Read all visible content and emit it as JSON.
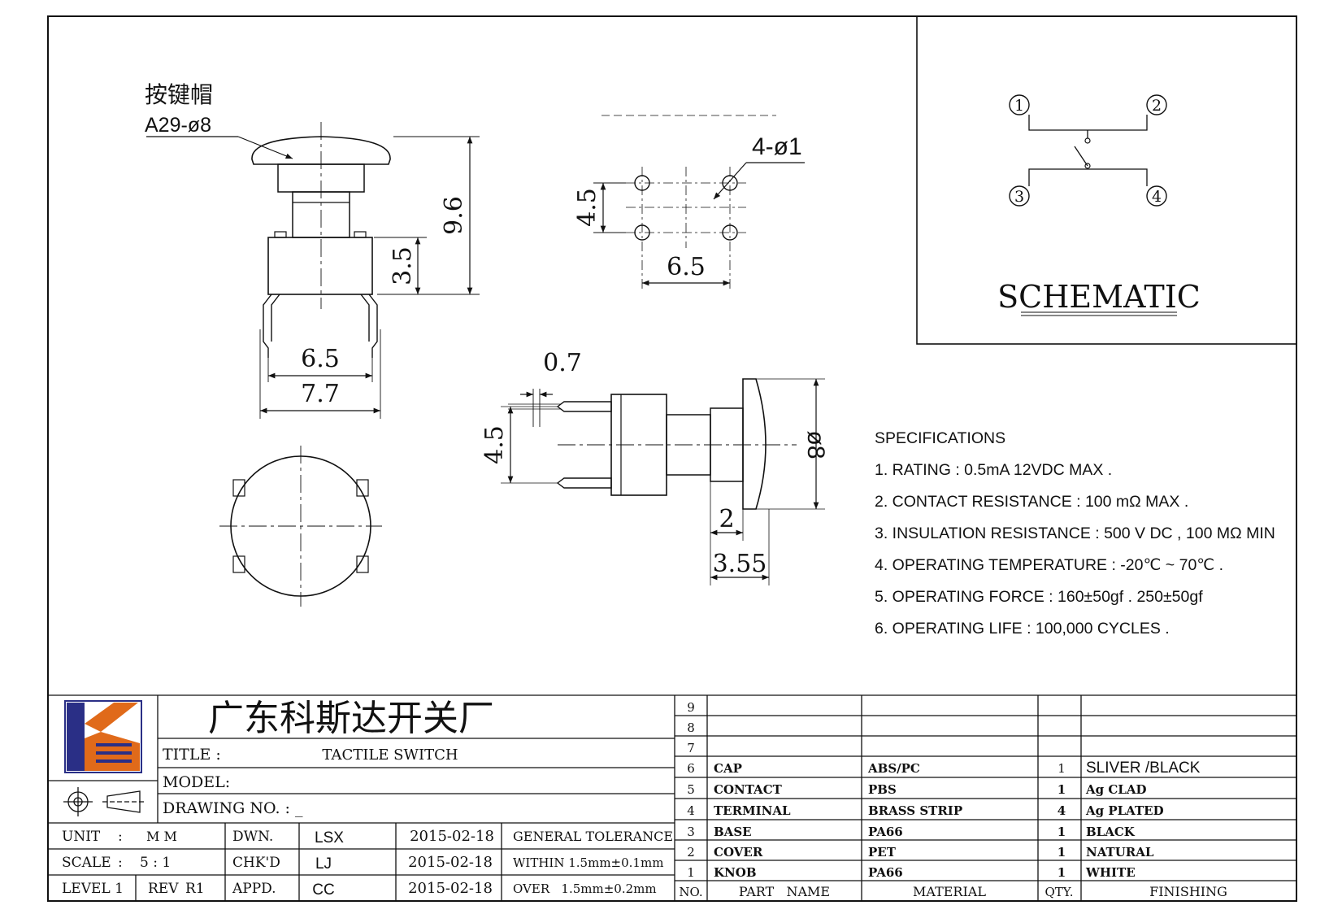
{
  "views": {
    "cap_callout_cn": "按键帽",
    "cap_callout_code": "A29-ø8",
    "front_dims": {
      "height_total": "9.6",
      "body_height": "3.5",
      "pin_span": "6.5",
      "body_width": "7.7"
    },
    "pcb_dims": {
      "hole_label": "4-ø1",
      "vertical": "4.5",
      "horizontal": "6.5"
    },
    "side_dims": {
      "pin_width": "0.7",
      "pin_pitch": "4.5",
      "cap_dia": "ø8",
      "cap_offset": "2",
      "cap_depth": "3.55"
    }
  },
  "schematic": {
    "title": "SCHEMATIC",
    "pins": [
      "1",
      "2",
      "3",
      "4"
    ]
  },
  "specifications": {
    "heading": "SPECIFICATIONS",
    "items": [
      "1. RATING : 0.5mA 12VDC MAX .",
      "2. CONTACT RESISTANCE : 100 mΩ MAX .",
      "3. INSULATION RESISTANCE : 500 V DC , 100 MΩ MIN",
      "4. OPERATING TEMPERATURE : -20℃ ~ 70℃ .",
      "5. OPERATING FORCE : 160±50gf . 250±50gf",
      "6. OPERATING LIFE : 100,000 CYCLES ."
    ]
  },
  "title_block": {
    "company": "广东科斯达开关厂",
    "title_label": "TITLE :",
    "title_value": "TACTILE SWITCH",
    "model_label": "MODEL:",
    "drawing_no_label": "DRAWING NO. : _",
    "unit_label": "UNIT",
    "unit_sep": ":",
    "unit_value": "M M",
    "scale_label": "SCALE",
    "scale_sep": ":",
    "scale_value": "5 : 1",
    "level_label": "LEVEL 1",
    "rev_label": "REV",
    "rev_value": "R1",
    "rows": [
      {
        "role": "DWN.",
        "name": "LSX",
        "date": "2015-02-18",
        "tol": "GENERAL TOLERANCE"
      },
      {
        "role": "CHK'D",
        "name": "LJ",
        "date": "2015-02-18",
        "tol": "WITHIN 1.5mm±0.1mm"
      },
      {
        "role": "APPD.",
        "name": "CC",
        "date": "2015-02-18",
        "tol": "OVER   1.5mm±0.2mm"
      }
    ]
  },
  "bom": {
    "headers": {
      "no": "NO.",
      "part": "PART   NAME",
      "material": "MATERIAL",
      "qty": "QTY.",
      "finishing": "FINISHING"
    },
    "rows": [
      {
        "no": "9",
        "part": "",
        "material": "",
        "qty": "",
        "finishing": ""
      },
      {
        "no": "8",
        "part": "",
        "material": "",
        "qty": "",
        "finishing": ""
      },
      {
        "no": "7",
        "part": "",
        "material": "",
        "qty": "",
        "finishing": ""
      },
      {
        "no": "6",
        "part": "CAP",
        "material": "ABS/PC",
        "qty": "1",
        "finishing": "SLIVER /BLACK"
      },
      {
        "no": "5",
        "part": "CONTACT",
        "material": "PBS",
        "qty": "1",
        "finishing": "Ag CLAD"
      },
      {
        "no": "4",
        "part": "TERMINAL",
        "material": "BRASS STRIP",
        "qty": "4",
        "finishing": "Ag PLATED"
      },
      {
        "no": "3",
        "part": "BASE",
        "material": "PA66",
        "qty": "1",
        "finishing": "BLACK"
      },
      {
        "no": "2",
        "part": "COVER",
        "material": "PET",
        "qty": "1",
        "finishing": "NATURAL"
      },
      {
        "no": "1",
        "part": "KNOB",
        "material": "PA66",
        "qty": "1",
        "finishing": "WHITE"
      }
    ]
  },
  "colors": {
    "logo_blue": "#2a2f86",
    "logo_orange": "#e06a1a"
  }
}
